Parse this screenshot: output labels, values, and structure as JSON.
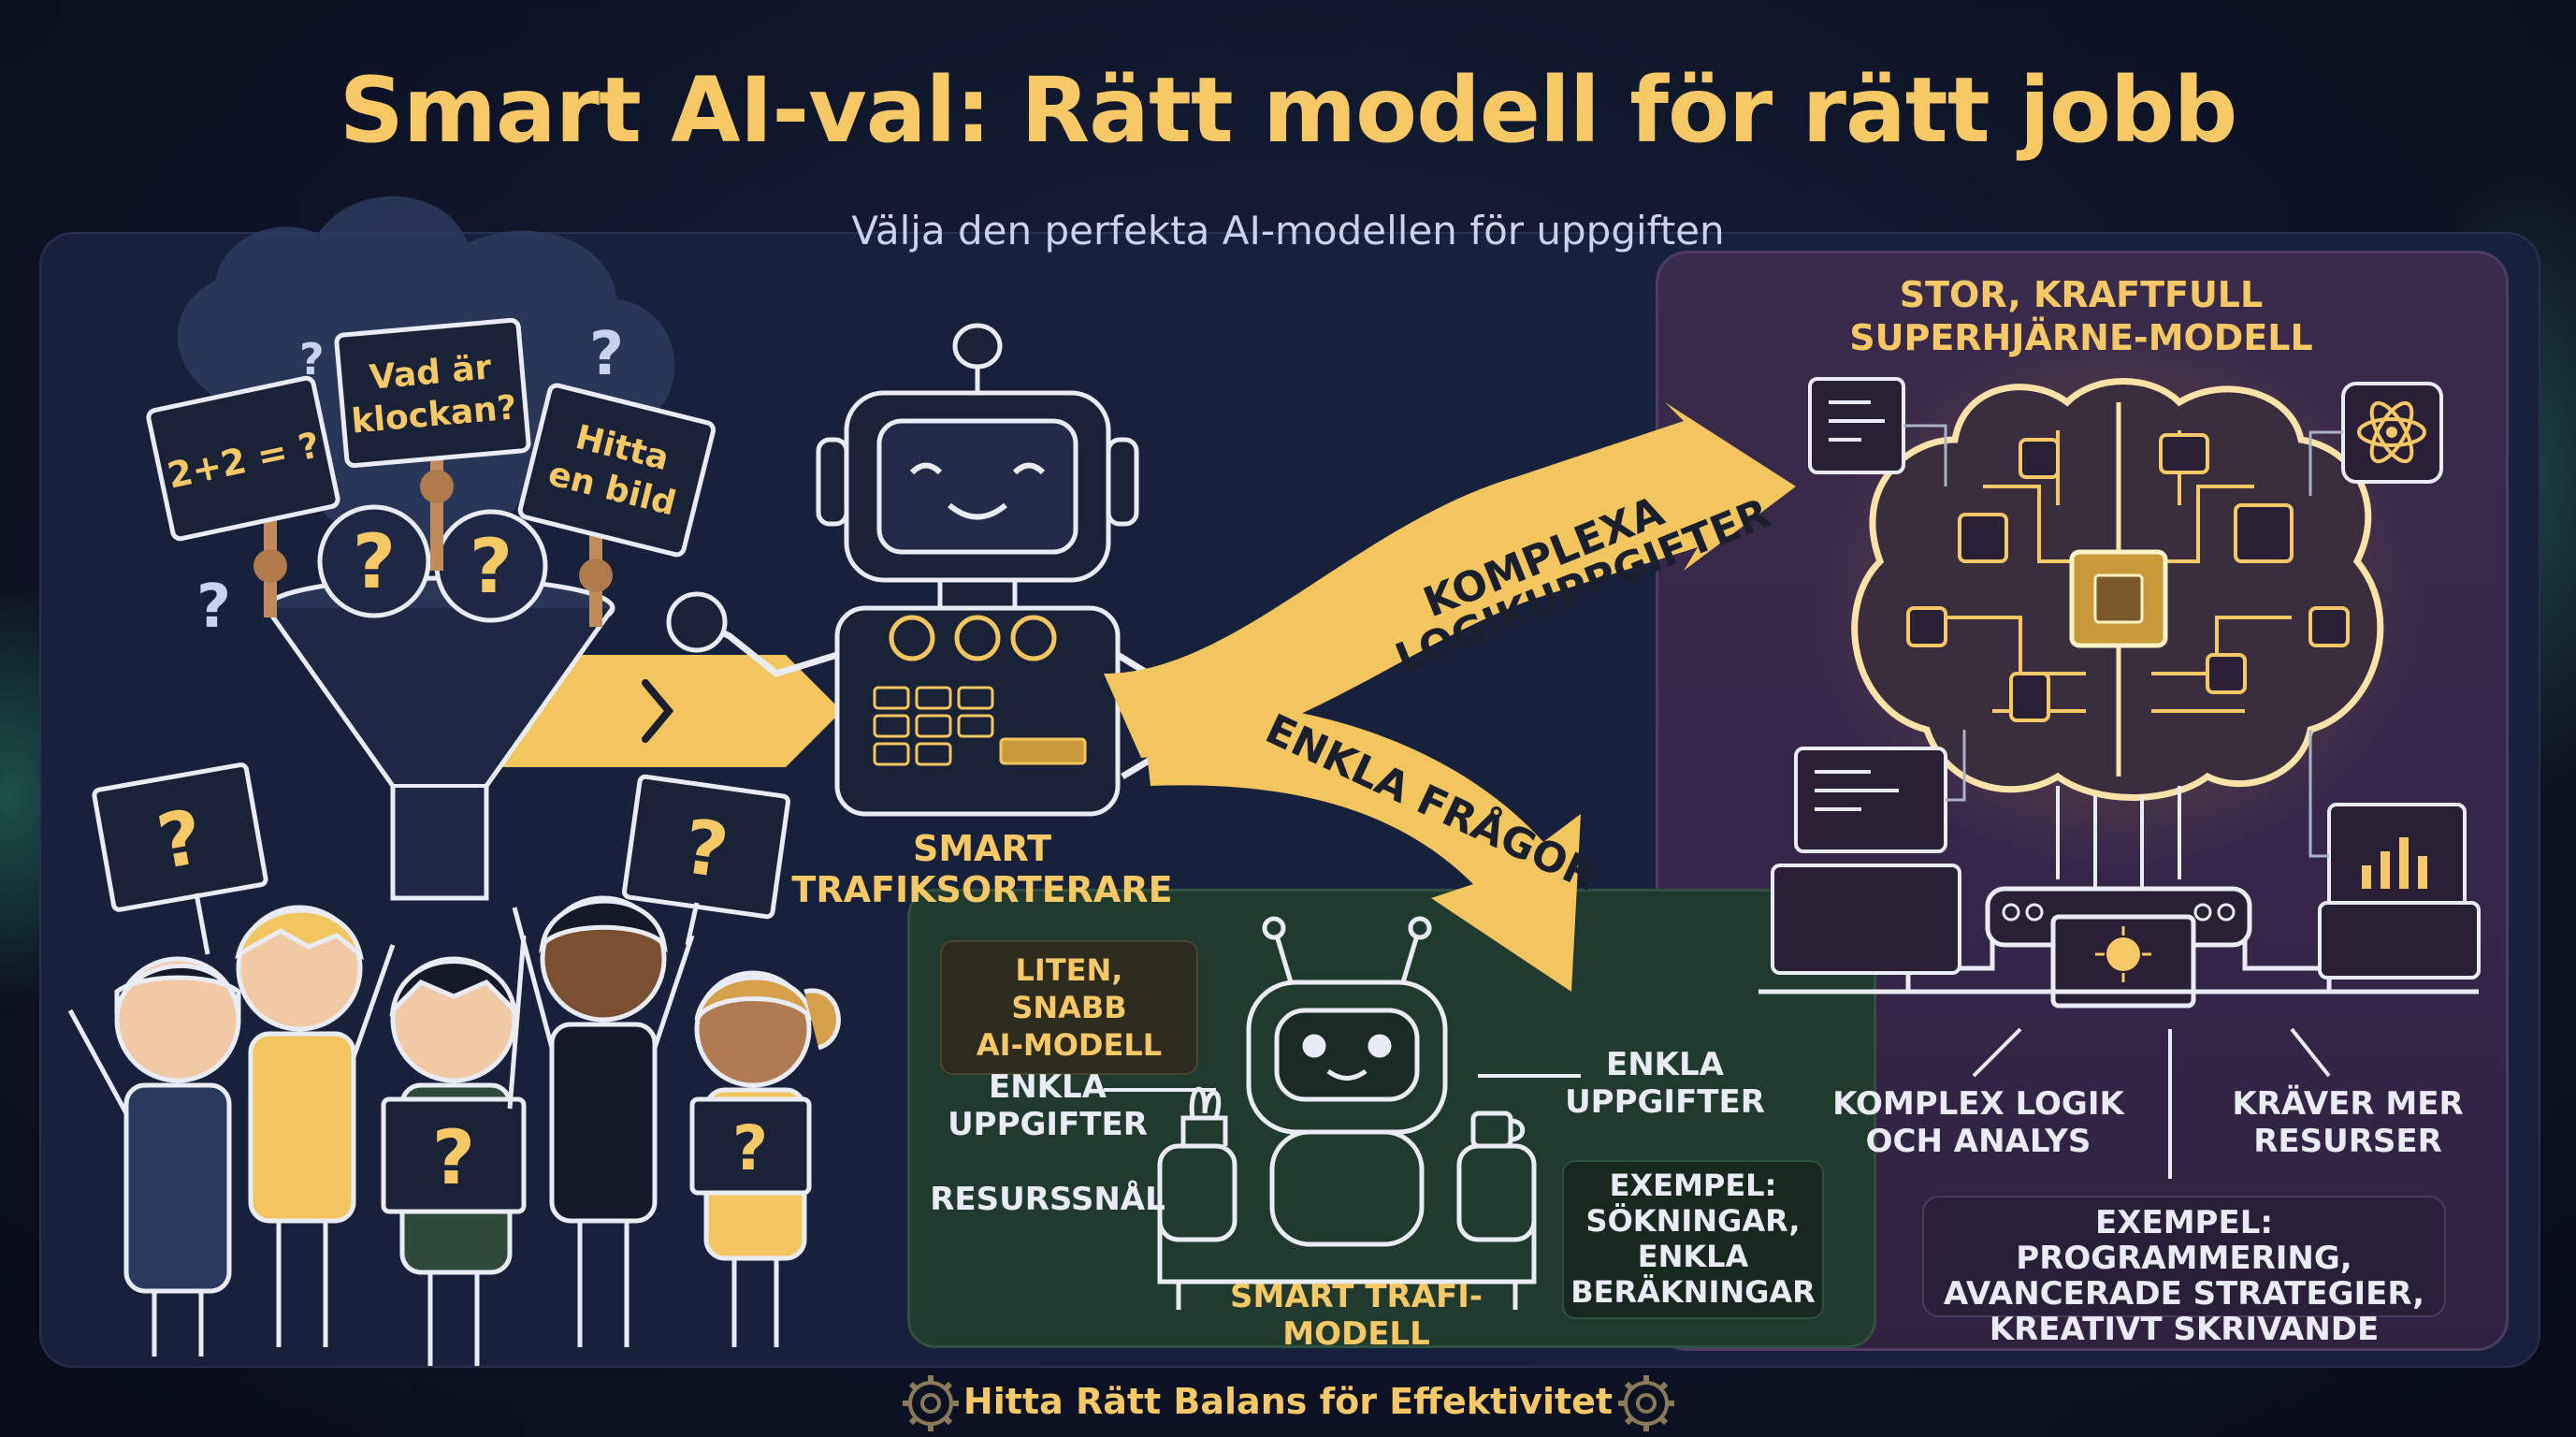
{
  "title": "Smart AI-val: Rätt modell för rätt jobb",
  "subtitle": "Välja den perfekta AI-modellen för uppgiften",
  "signs": {
    "sign1": [
      "2+2 = ?"
    ],
    "sign2": [
      "Vad är",
      "klockan?"
    ],
    "sign3": [
      "Hitta",
      "en bild"
    ]
  },
  "router": {
    "label_line1": "SMART",
    "label_line2": "TRAFIKSORTERARE"
  },
  "arrows": {
    "complex_line1": "KOMPLEXA",
    "complex_line2": "LOGIKUPPGIFTER",
    "simple": "ENKLA FRÅGOR"
  },
  "small_model": {
    "tag_line1": "LITEN, SNABB",
    "tag_line2": "AI-MODELL",
    "left1_line1": "ENKLA",
    "left1_line2": "UPPGIFTER",
    "left2": "RESURSSNÅL",
    "right1_line1": "ENKLA",
    "right1_line2": "UPPGIFTER",
    "example_line1": "EXEMPEL:",
    "example_line2": "SÖKNINGAR,",
    "example_line3": "ENKLA",
    "example_line4": "BERÄKNINGAR",
    "name": "SMART TRAFI-MODELL"
  },
  "big_model": {
    "title_line1": "STOR, KRAFTFULL",
    "title_line2": "SUPERHJÄRNE-MODELL",
    "feature1_line1": "KOMPLEX LOGIK",
    "feature1_line2": "OCH ANALYS",
    "feature2_line1": "KRÄVER MER",
    "feature2_line2": "RESURSER",
    "example_line1": "EXEMPEL: PROGRAMMERING,",
    "example_line2": "AVANCERADE STRATEGIER,",
    "example_line3": "KREATIVT SKRIVANDE"
  },
  "footer": "Hitta Rätt Balans för Effektivitet",
  "colors": {
    "accent": "#f6c866",
    "background": "#0e1528",
    "brain_panel": "#3a2b4a",
    "small_panel": "#203a2e"
  },
  "icons": [
    "question-mark-icon",
    "funnel-icon",
    "robot-icon",
    "brain-icon",
    "gear-icon",
    "atom-icon",
    "monitor-icon",
    "chart-icon"
  ]
}
